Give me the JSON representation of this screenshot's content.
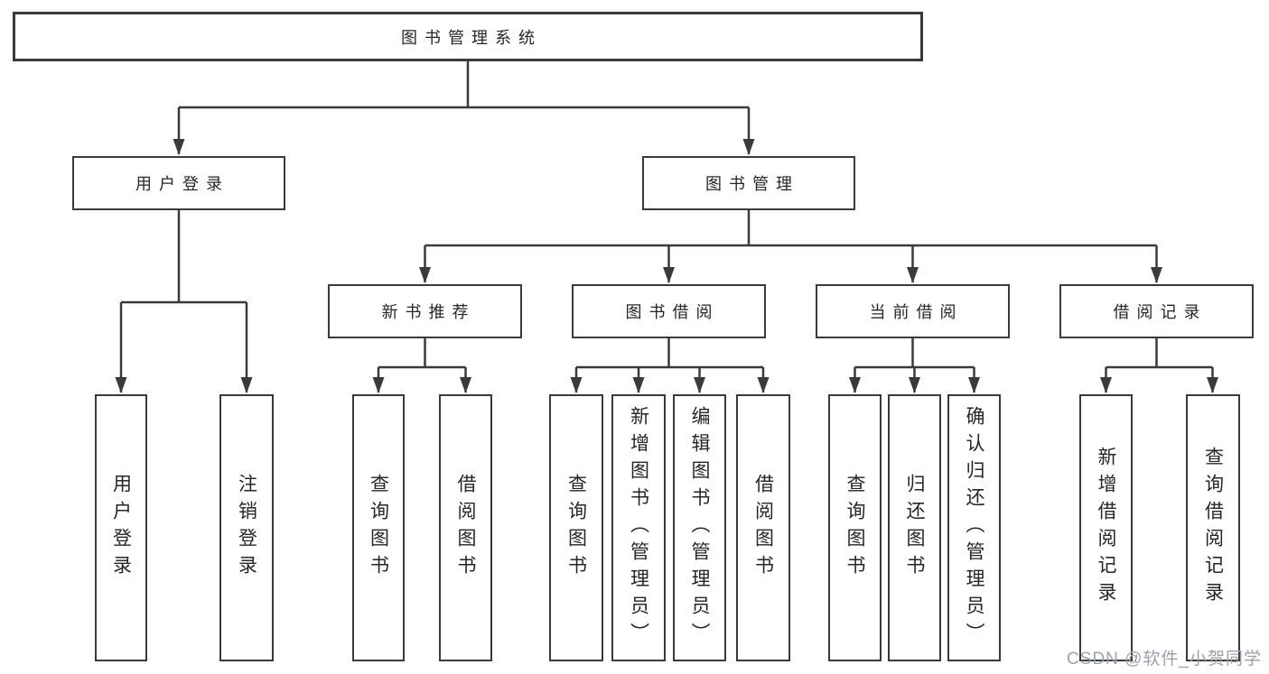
{
  "tree": {
    "root": {
      "label": "图书管理系统",
      "children": [
        {
          "label": "用户登录",
          "children": [
            {
              "label": "用户登录"
            },
            {
              "label": "注销登录"
            }
          ]
        },
        {
          "label": "图书管理",
          "children": [
            {
              "label": "新书推荐",
              "children": [
                {
                  "label": "查询图书"
                },
                {
                  "label": "借阅图书"
                }
              ]
            },
            {
              "label": "图书借阅",
              "children": [
                {
                  "label": "查询图书"
                },
                {
                  "label": "新增图书（管理员）"
                },
                {
                  "label": "编辑图书（管理员）"
                },
                {
                  "label": "借阅图书"
                }
              ]
            },
            {
              "label": "当前借阅",
              "children": [
                {
                  "label": "查询图书"
                },
                {
                  "label": "归还图书"
                },
                {
                  "label": "确认归还（管理员）"
                }
              ]
            },
            {
              "label": "借阅记录",
              "children": [
                {
                  "label": "新增借阅记录"
                },
                {
                  "label": "查询借阅记录"
                }
              ]
            }
          ]
        }
      ]
    }
  },
  "watermark": {
    "text": "CSDN @软件_小贺同学"
  },
  "colors": {
    "line": "#3a3a3a",
    "text": "#262626",
    "watermark": "#9ba1a8",
    "background": "#ffffff"
  }
}
